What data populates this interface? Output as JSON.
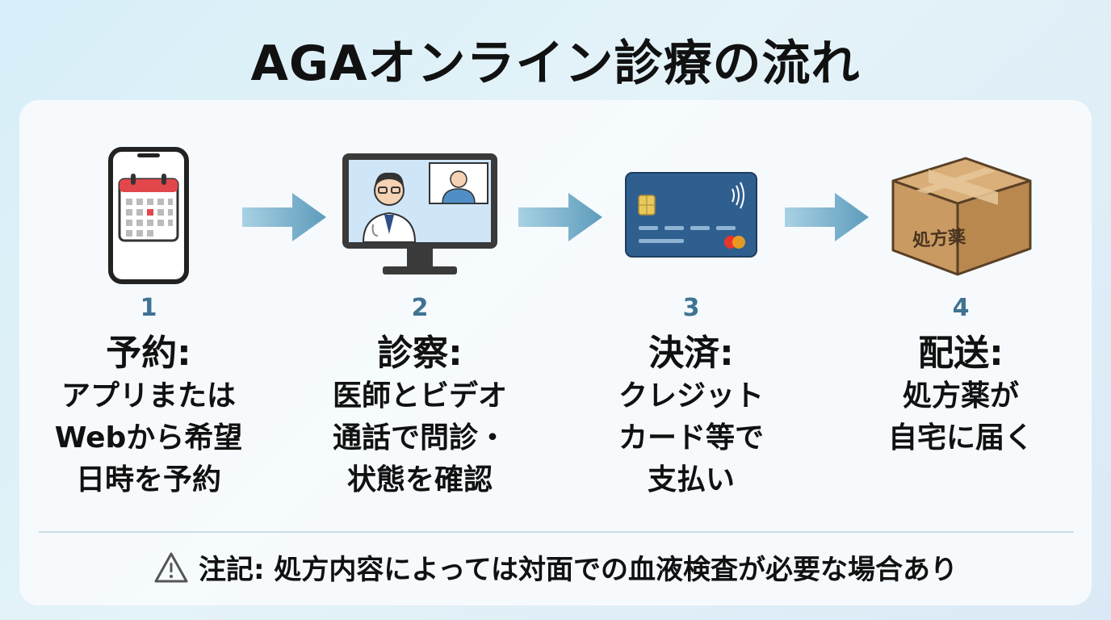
{
  "title": "AGAオンライン診療の流れ",
  "steps": [
    {
      "number": "1",
      "heading": "予約:",
      "lines": [
        "アプリまたは",
        "Webから希望",
        "日時を予約"
      ],
      "icon": "smartphone-calendar-icon"
    },
    {
      "number": "2",
      "heading": "診察:",
      "lines": [
        "医師とビデオ",
        "通話で問診・",
        "状態を確認"
      ],
      "icon": "monitor-video-call-icon"
    },
    {
      "number": "3",
      "heading": "決済:",
      "lines": [
        "クレジット",
        "カード等で",
        "支払い"
      ],
      "icon": "credit-card-icon"
    },
    {
      "number": "4",
      "heading": "配送:",
      "lines": [
        "処方薬が",
        "自宅に届く"
      ],
      "icon": "package-box-icon",
      "box_label": "処方薬"
    }
  ],
  "note": {
    "label": "注記:",
    "text": "処方内容によっては対面での血液検査が必要な場合あり",
    "icon": "warning-icon"
  },
  "colors": {
    "accent": "#3f7393",
    "arrow": "#6fa9c6",
    "card": "#2f5f8f",
    "box": "#c99a62"
  }
}
